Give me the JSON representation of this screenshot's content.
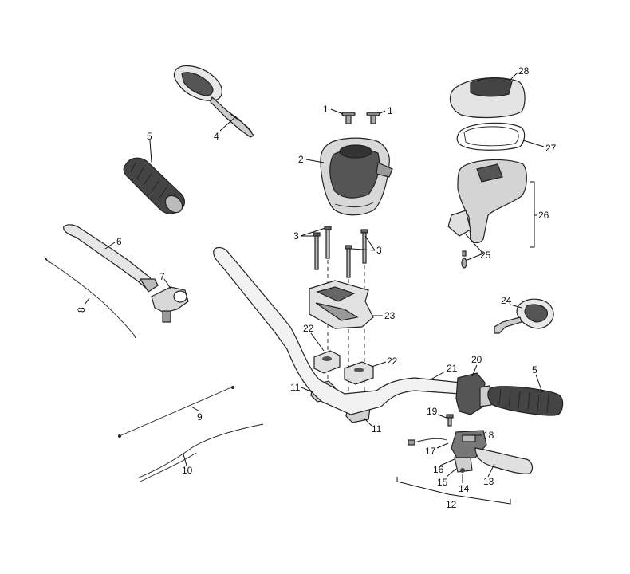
{
  "callouts": [
    "1",
    "1",
    "2",
    "3",
    "3",
    "4",
    "5",
    "5",
    "6",
    "7",
    "8",
    "9",
    "10",
    "11",
    "11",
    "12",
    "13",
    "14",
    "15",
    "16",
    "17",
    "18",
    "19",
    "20",
    "21",
    "22",
    "22",
    "23",
    "24",
    "25",
    "26",
    "27",
    "28"
  ],
  "colors": {
    "line": "#111111",
    "part_fill": "#e6e6e6",
    "part_dark": "#4a4a4a",
    "background": "#ffffff"
  }
}
